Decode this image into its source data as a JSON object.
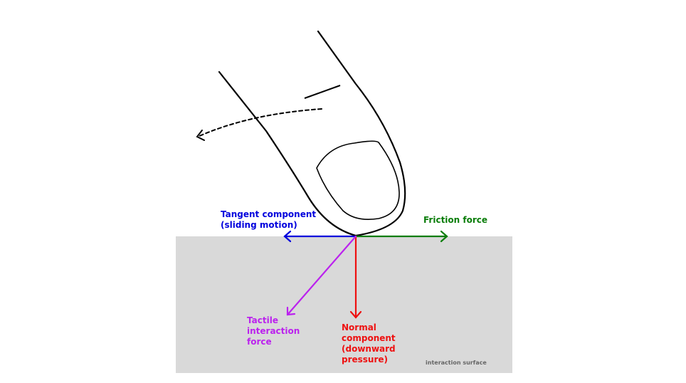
{
  "colors": {
    "background": "#ffffff",
    "surface": "#d9d9d9",
    "outline": "#000000",
    "tangent": "#0000dd",
    "friction": "#0a7d0a",
    "normal": "#ee1111",
    "tactile": "#bb22ee",
    "surface_label": "#666666"
  },
  "labels": {
    "tangent": [
      "Tangent component",
      "(sliding motion)"
    ],
    "friction": "Friction force",
    "tactile": [
      "Tactile",
      "interaction",
      "force"
    ],
    "normal": [
      "Normal",
      "component",
      "(downward",
      "pressure)"
    ],
    "surface": "interaction surface"
  },
  "icons": {
    "finger": "finger-outline-icon",
    "fingernail": "fingernail-icon",
    "motion": "dashed-curved-arrow-icon"
  }
}
